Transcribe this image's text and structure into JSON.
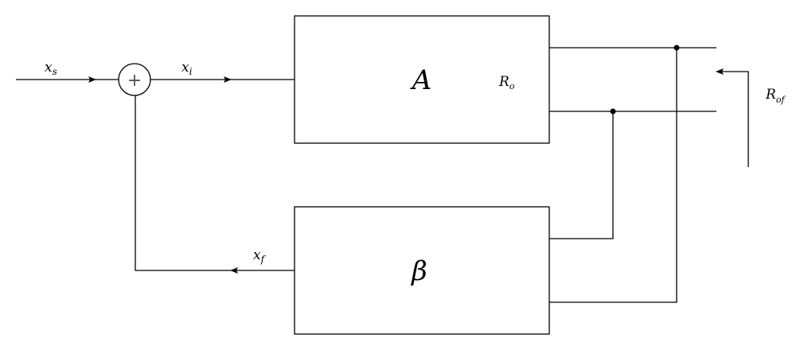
{
  "blocks": {
    "forward": {
      "label": "A",
      "output_resistance": "R",
      "output_resistance_sub": "o"
    },
    "feedback": {
      "label": "β"
    }
  },
  "summer": {
    "symbol": "+"
  },
  "signals": {
    "source": {
      "base": "x",
      "sub": "s"
    },
    "input": {
      "base": "x",
      "sub": "i"
    },
    "feedback": {
      "base": "x",
      "sub": "f"
    }
  },
  "output_resistance_feedback": {
    "base": "R",
    "sub": "of"
  }
}
